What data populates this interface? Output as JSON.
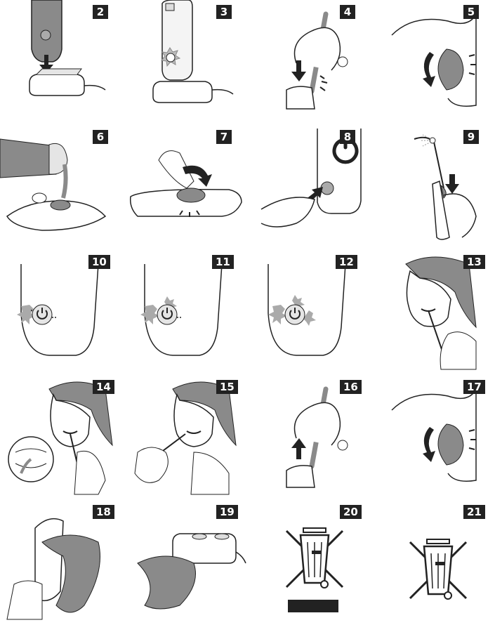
{
  "steps": [
    {
      "number": "2",
      "icon": "handle-on-charger-icon"
    },
    {
      "number": "3",
      "icon": "charging-light-icon"
    },
    {
      "number": "4",
      "icon": "attach-nozzle-icon"
    },
    {
      "number": "5",
      "icon": "open-reservoir-icon"
    },
    {
      "number": "6",
      "icon": "fill-reservoir-icon"
    },
    {
      "number": "7",
      "icon": "close-reservoir-icon"
    },
    {
      "number": "8",
      "icon": "power-button-icon"
    },
    {
      "number": "9",
      "icon": "activation-button-icon"
    },
    {
      "number": "10",
      "icon": "light-one-icon"
    },
    {
      "number": "11",
      "icon": "light-two-icon"
    },
    {
      "number": "12",
      "icon": "light-three-icon"
    },
    {
      "number": "13",
      "icon": "place-in-mouth-icon"
    },
    {
      "number": "14",
      "icon": "guide-along-gumline-icon"
    },
    {
      "number": "15",
      "icon": "between-teeth-icon"
    },
    {
      "number": "16",
      "icon": "remove-nozzle-icon"
    },
    {
      "number": "17",
      "icon": "open-reservoir-again-icon"
    },
    {
      "number": "18",
      "icon": "clean-handle-icon"
    },
    {
      "number": "19",
      "icon": "clean-charger-icon"
    },
    {
      "number": "20",
      "icon": "crossed-bin-bar-icon"
    },
    {
      "number": "21",
      "icon": "crossed-bin-icon"
    }
  ],
  "colors": {
    "ink": "#222222",
    "grey": "#8a8a8a",
    "light": "#cfcfcf"
  }
}
